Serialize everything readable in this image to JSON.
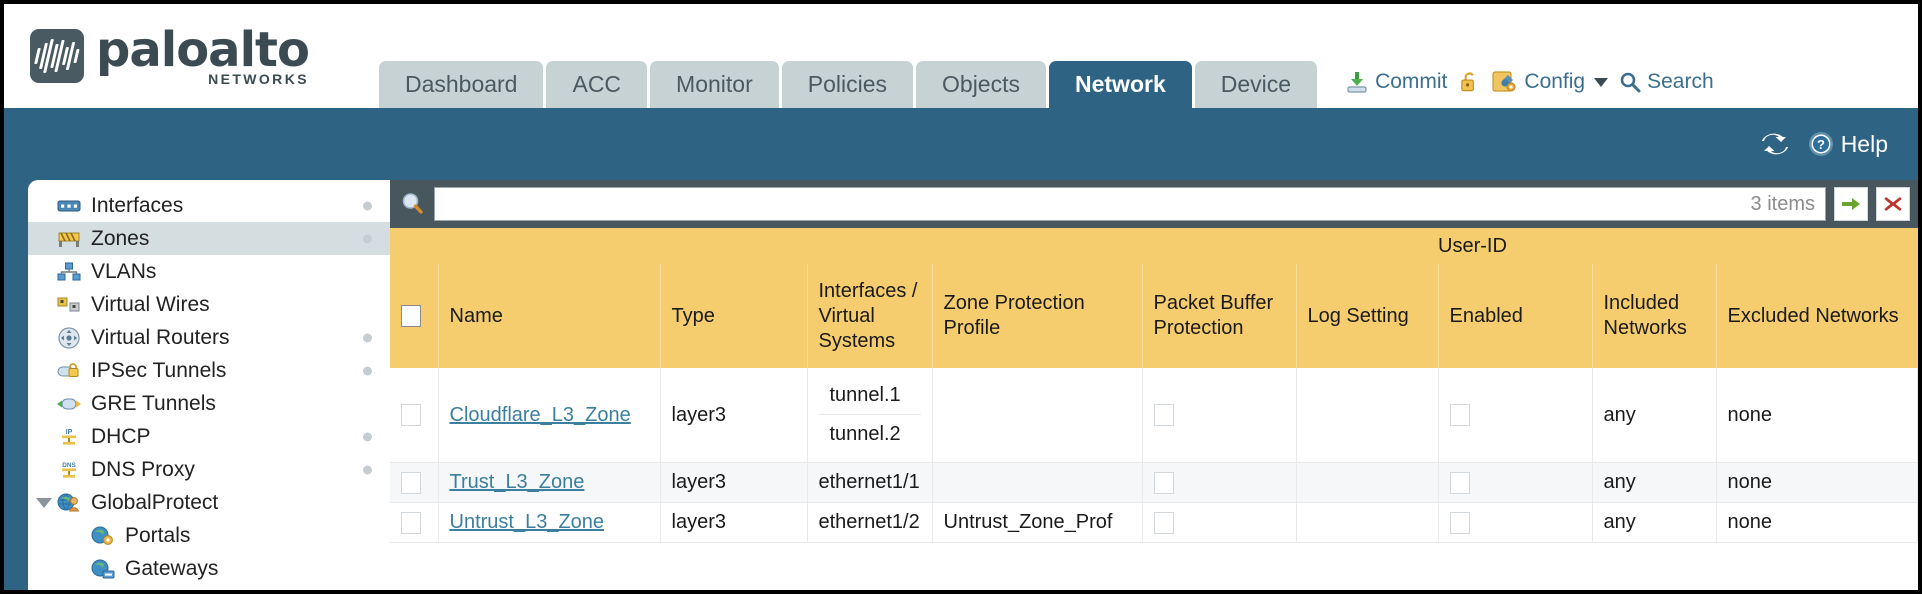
{
  "brand": {
    "name": "paloalto",
    "tagline": "NETWORKS"
  },
  "nav": {
    "tabs": [
      {
        "label": "Dashboard",
        "active": false
      },
      {
        "label": "ACC",
        "active": false
      },
      {
        "label": "Monitor",
        "active": false
      },
      {
        "label": "Policies",
        "active": false
      },
      {
        "label": "Objects",
        "active": false
      },
      {
        "label": "Network",
        "active": true
      },
      {
        "label": "Device",
        "active": false
      }
    ]
  },
  "top_actions": {
    "commit": "Commit",
    "config": "Config",
    "search": "Search"
  },
  "toolbar": {
    "help": "Help"
  },
  "sidebar": {
    "items": [
      {
        "label": "Interfaces",
        "icon": "interfaces-icon",
        "selected": false,
        "dot": true,
        "child": false,
        "expander": false
      },
      {
        "label": "Zones",
        "icon": "zones-icon",
        "selected": true,
        "dot": true,
        "child": false,
        "expander": false
      },
      {
        "label": "VLANs",
        "icon": "vlans-icon",
        "selected": false,
        "dot": false,
        "child": false,
        "expander": false
      },
      {
        "label": "Virtual Wires",
        "icon": "virtual-wires-icon",
        "selected": false,
        "dot": false,
        "child": false,
        "expander": false
      },
      {
        "label": "Virtual Routers",
        "icon": "virtual-routers-icon",
        "selected": false,
        "dot": true,
        "child": false,
        "expander": false
      },
      {
        "label": "IPSec Tunnels",
        "icon": "ipsec-tunnels-icon",
        "selected": false,
        "dot": true,
        "child": false,
        "expander": false
      },
      {
        "label": "GRE Tunnels",
        "icon": "gre-tunnels-icon",
        "selected": false,
        "dot": false,
        "child": false,
        "expander": false
      },
      {
        "label": "DHCP",
        "icon": "dhcp-icon",
        "selected": false,
        "dot": true,
        "child": false,
        "expander": false
      },
      {
        "label": "DNS Proxy",
        "icon": "dns-proxy-icon",
        "selected": false,
        "dot": true,
        "child": false,
        "expander": false
      },
      {
        "label": "GlobalProtect",
        "icon": "globalprotect-icon",
        "selected": false,
        "dot": false,
        "child": false,
        "expander": true
      },
      {
        "label": "Portals",
        "icon": "portals-icon",
        "selected": false,
        "dot": false,
        "child": true,
        "expander": false
      },
      {
        "label": "Gateways",
        "icon": "gateways-icon",
        "selected": false,
        "dot": false,
        "child": true,
        "expander": false
      }
    ]
  },
  "search": {
    "value": "",
    "placeholder": "",
    "item_count": "3 items"
  },
  "table": {
    "group_header": "User-ID",
    "columns": [
      "Name",
      "Type",
      "Interfaces / Virtual Systems",
      "Zone Protection Profile",
      "Packet Buffer Protection",
      "Log Setting",
      "Enabled",
      "Included Networks",
      "Excluded Networks"
    ],
    "rows": [
      {
        "name": "Cloudflare_L3_Zone",
        "type": "layer3",
        "interfaces": [
          "tunnel.1",
          "tunnel.2"
        ],
        "zone_protection_profile": "",
        "packet_buffer_protection": false,
        "log_setting": "",
        "userid_enabled": false,
        "included_networks": "any",
        "excluded_networks": "none"
      },
      {
        "name": "Trust_L3_Zone",
        "type": "layer3",
        "interfaces": [
          "ethernet1/1"
        ],
        "zone_protection_profile": "",
        "packet_buffer_protection": false,
        "log_setting": "",
        "userid_enabled": false,
        "included_networks": "any",
        "excluded_networks": "none"
      },
      {
        "name": "Untrust_L3_Zone",
        "type": "layer3",
        "interfaces": [
          "ethernet1/2"
        ],
        "zone_protection_profile": "Untrust_Zone_Prof",
        "packet_buffer_protection": false,
        "log_setting": "",
        "userid_enabled": false,
        "included_networks": "any",
        "excluded_networks": "none"
      }
    ]
  },
  "colors": {
    "brand_blue": "#2e6384",
    "header_gold": "#f6cd6e",
    "group_gold": "#e8b949",
    "link_blue": "#3b7e9e",
    "toolbar_dark": "#48565e"
  }
}
